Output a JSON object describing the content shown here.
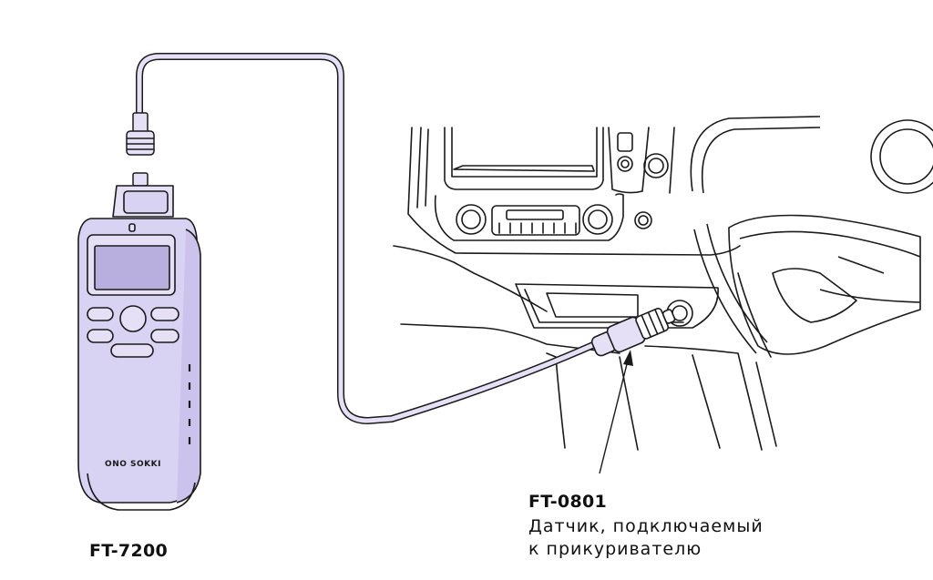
{
  "device": {
    "model": "FT-7200",
    "brand_logo": "ONO SOKKI",
    "body_color": "#d9d3f3",
    "screen_color": "#b9afdf"
  },
  "sensor": {
    "model": "FT-0801",
    "description_line1": "Датчик, подключаемый",
    "description_line2": "к прикуривателю"
  },
  "cable_color": "#e6e0f6",
  "line_color": "#1a1a1a",
  "icons": [
    "handheld-tachometer-icon",
    "bnc-connector-icon",
    "car-dashboard-icon",
    "steering-wheel-icon",
    "cigarette-lighter-plug-icon"
  ]
}
